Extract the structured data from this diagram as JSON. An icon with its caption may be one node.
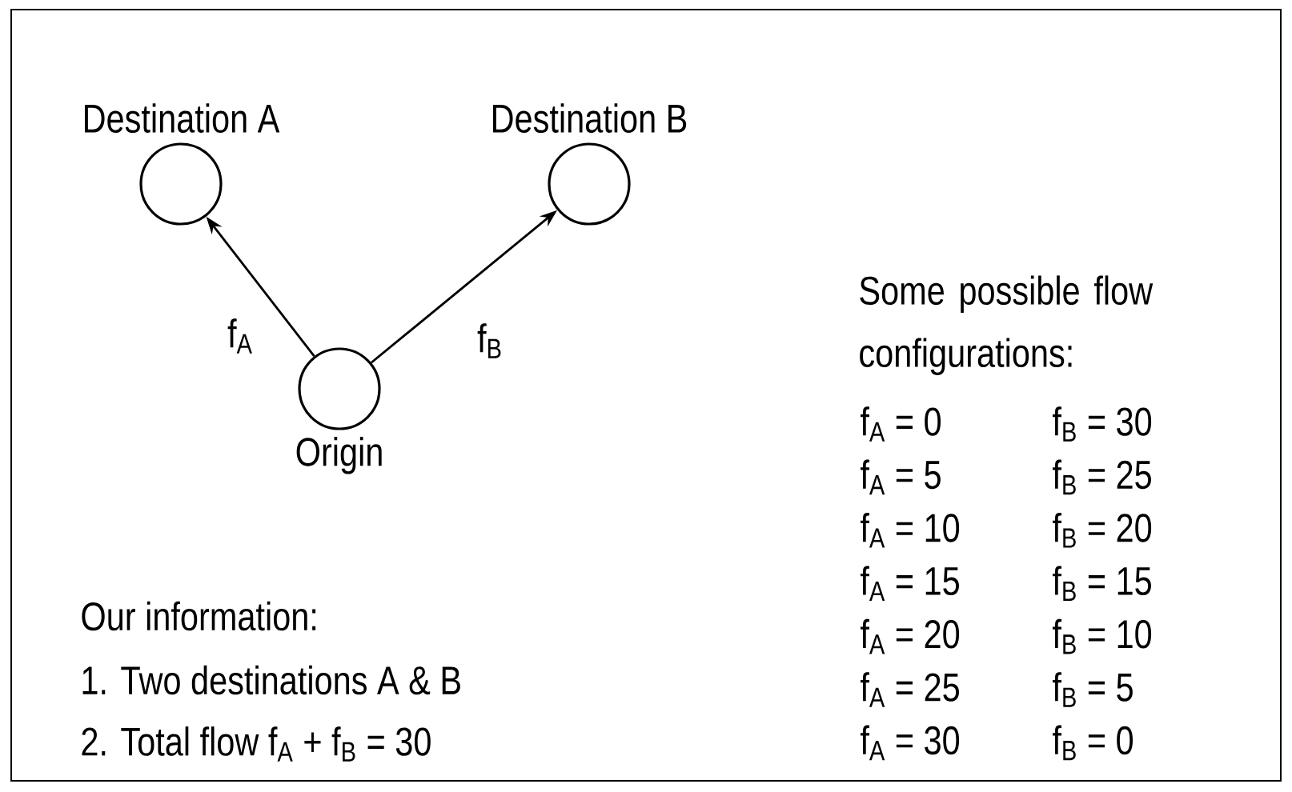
{
  "diagram": {
    "nodes": [
      {
        "text": [
          "Destination A"
        ]
      },
      {
        "text": [
          "Destination B"
        ]
      },
      {
        "text": [
          "Origin"
        ]
      }
    ],
    "edges": [
      {
        "from": 2,
        "to": 0,
        "arrow": "to",
        "label": "f$_{A}$"
      },
      {
        "from": 2,
        "to": 1,
        "arrow": "to",
        "label": "f$_{B}$"
      }
    ],
    "labels": [
      "Our information:",
      "1. Two destinations A & B",
      "2. Total flow f$_{A}$ + f$_{B}$ = 30",
      "Some possible flow configurations:",
      "f$_{A}$ = 0",
      "f$_{B}$ = 30",
      "f$_{A}$ = 5",
      "f$_{B}$ = 25",
      "f$_{A}$ = 10",
      "f$_{B}$ = 20",
      "f$_{A}$ = 15",
      "f$_{B}$ = 15",
      "f$_{A}$ = 20",
      "f$_{B}$ = 10",
      "f$_{A}$ = 25",
      "f$_{B}$ = 5",
      "f$_{A}$ = 30",
      "f$_{B}$ = 0"
    ]
  }
}
